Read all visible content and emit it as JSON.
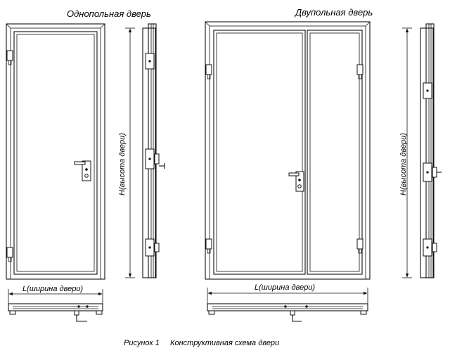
{
  "labels": {
    "single_door": "Однопольная дверь",
    "double_door": "Двупольная дверь",
    "height_label": "H(высота двери)",
    "width_label": "L(ширина двери)",
    "figure_number": "Рисунок 1",
    "figure_title": "Конструктивная схема двери"
  }
}
